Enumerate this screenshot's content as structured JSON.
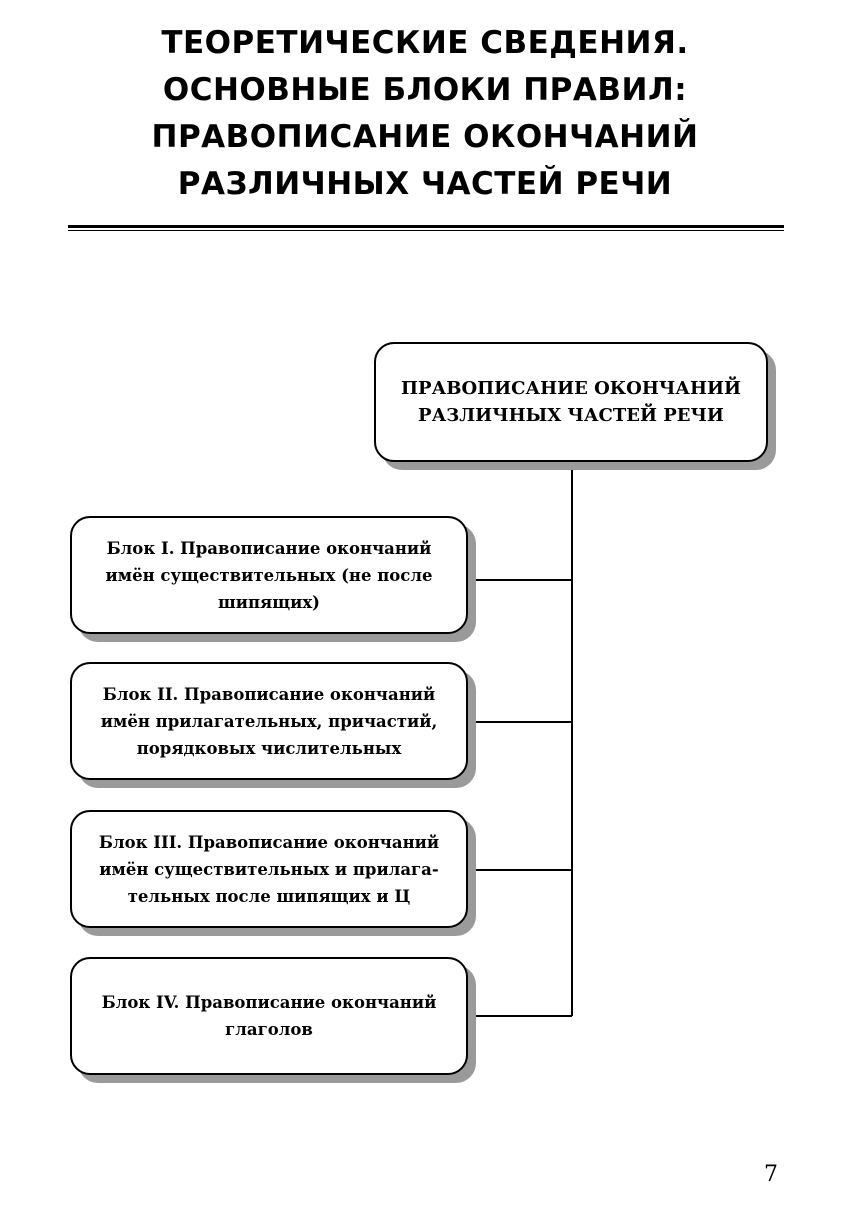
{
  "heading": {
    "lines": [
      "ТЕОРЕТИЧЕСКИЕ СВЕДЕНИЯ.",
      "ОСНОВНЫЕ БЛОКИ ПРАВИЛ:",
      "ПРАВОПИСАНИЕ ОКОНЧАНИЙ",
      "РАЗЛИЧНЫХ ЧАСТЕЙ РЕЧИ"
    ]
  },
  "diagram": {
    "root": {
      "lines": [
        "ПРАВОПИСАНИЕ ОКОНЧАНИЙ",
        "РАЗЛИЧНЫХ ЧАСТЕЙ РЕЧИ"
      ]
    },
    "blocks": [
      {
        "lines": [
          "Блок I. Правописание окончаний",
          "имён существительных (не после",
          "шипящих)"
        ]
      },
      {
        "lines": [
          "Блок II. Правописание окончаний",
          "имён прилагательных, причастий,",
          "порядковых числительных"
        ]
      },
      {
        "lines": [
          "Блок III. Правописание окончаний",
          "имён существительных и прилага-",
          "тельных после шипящих и Ц"
        ]
      },
      {
        "lines": [
          "Блок IV. Правописание окончаний",
          "глаголов"
        ]
      }
    ]
  },
  "page": {
    "number": "7"
  }
}
